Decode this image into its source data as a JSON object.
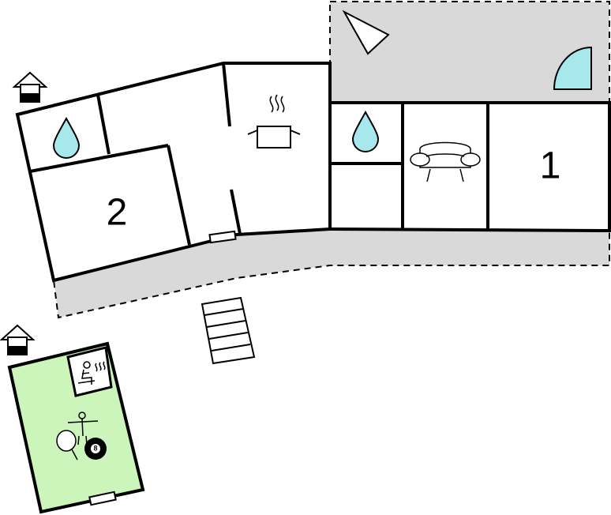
{
  "rooms": {
    "bedroom_left": {
      "label": "2"
    },
    "bedroom_right": {
      "label": "1"
    }
  },
  "icons": {
    "billiard_ball_number": "8"
  },
  "colors": {
    "terrace": "#d9d9d9",
    "annex": "#ccf5bb",
    "water": "#a6e8ec",
    "wall": "#000000"
  }
}
